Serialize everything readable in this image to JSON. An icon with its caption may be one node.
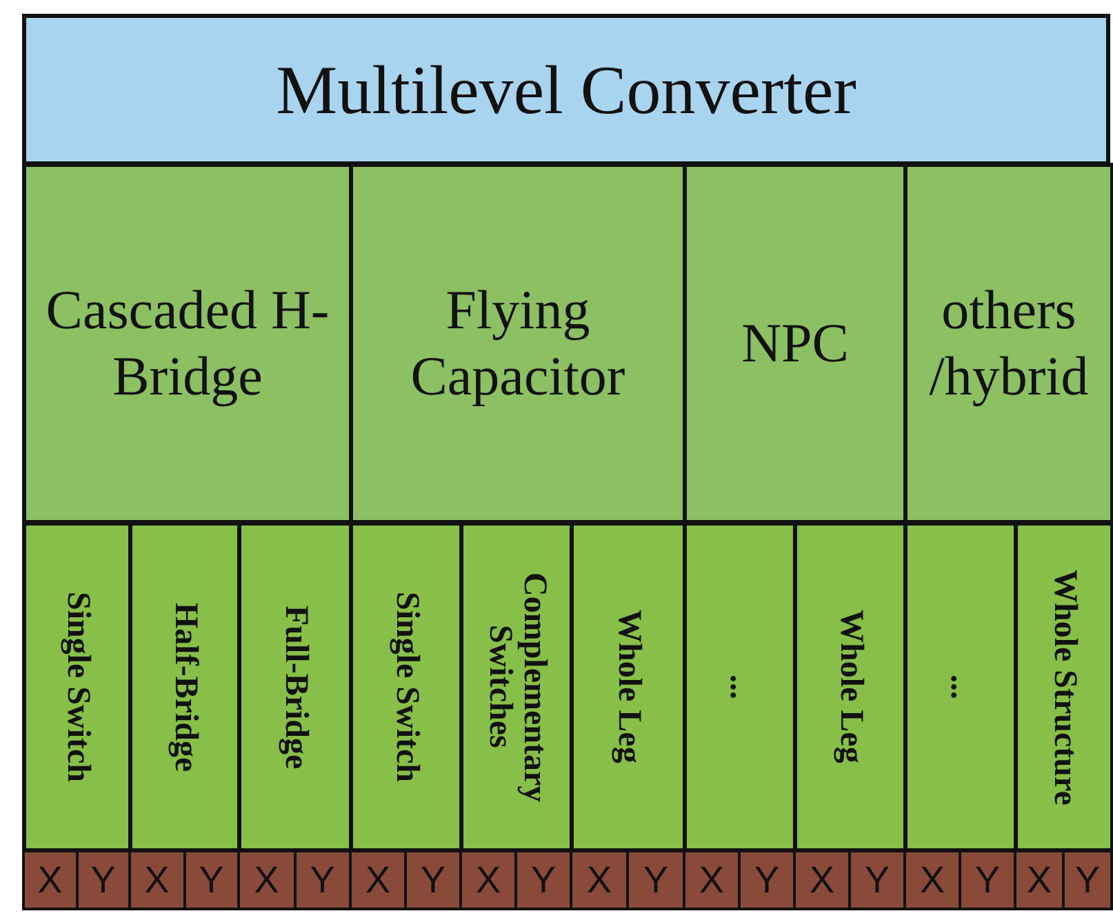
{
  "diagram": {
    "nodes": [
      {
        "text": [
          "Multilevel Converter"
        ]
      },
      {
        "text": [
          "Cascaded H-Bridge"
        ]
      },
      {
        "text": [
          "Flying Capacitor"
        ]
      },
      {
        "text": [
          "NPC"
        ]
      },
      {
        "text": [
          "others /hybrid"
        ]
      },
      {
        "text": [
          "Single Switch"
        ]
      },
      {
        "text": [
          "Half-Bridge"
        ]
      },
      {
        "text": [
          "Full-Bridge"
        ]
      },
      {
        "text": [
          "Single Switch"
        ]
      },
      {
        "text": [
          "Complementary Switches"
        ]
      },
      {
        "text": [
          "Whole Leg"
        ]
      },
      {
        "text": [
          "..."
        ]
      },
      {
        "text": [
          "Whole Leg"
        ]
      },
      {
        "text": [
          "..."
        ]
      },
      {
        "text": [
          "Whole Structure"
        ]
      },
      {
        "text": [
          "X"
        ]
      },
      {
        "text": [
          "Y"
        ]
      },
      {
        "text": [
          "X"
        ]
      },
      {
        "text": [
          "Y"
        ]
      },
      {
        "text": [
          "X"
        ]
      },
      {
        "text": [
          "Y"
        ]
      },
      {
        "text": [
          "X"
        ]
      },
      {
        "text": [
          "Y"
        ]
      },
      {
        "text": [
          "X"
        ]
      },
      {
        "text": [
          "Y"
        ]
      },
      {
        "text": [
          "X"
        ]
      },
      {
        "text": [
          "Y"
        ]
      },
      {
        "text": [
          "X"
        ]
      },
      {
        "text": [
          "Y"
        ]
      },
      {
        "text": [
          "X"
        ]
      },
      {
        "text": [
          "Y"
        ]
      },
      {
        "text": [
          "X"
        ]
      },
      {
        "text": [
          "Y"
        ]
      },
      {
        "text": [
          "X"
        ]
      },
      {
        "text": [
          "Y"
        ]
      }
    ],
    "edges": []
  }
}
